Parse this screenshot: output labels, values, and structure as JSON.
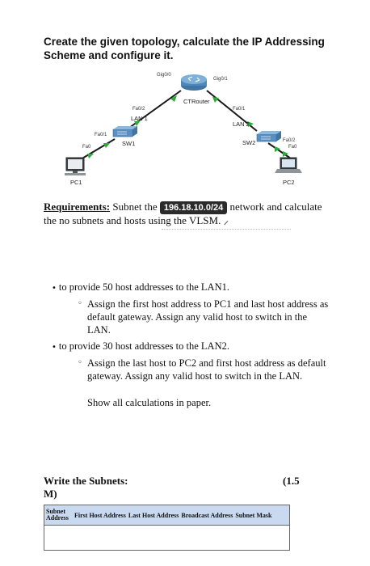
{
  "heading": "Create the given topology, calculate the IP Addressing Scheme and configure it.",
  "topology": {
    "router": {
      "name": "CTRouter",
      "port_left": "Gig0/0",
      "port_right": "Gig0/1"
    },
    "lan1": {
      "label": "LAN 1",
      "router_side_port": "Fa0/2",
      "switch_port_to_pc": "Fa0/1",
      "pc_port": "Fa0",
      "switch": "SW1",
      "pc": "PC1"
    },
    "lan2": {
      "label": "LAN 2",
      "router_side_port": "Fa0/1",
      "switch_port_to_pc": "Fa0/2",
      "pc_port": "Fa0",
      "switch": "SW2",
      "pc": "PC2"
    },
    "colors": {
      "link": "#1a1a1a",
      "link_marker": "#2eab3a",
      "router": "#4f87b8",
      "switch": "#5a8fc0"
    }
  },
  "requirements": {
    "title": "Requirements:",
    "pre": "Subnet the",
    "network": "196.18.10.0/24",
    "post": "network and calculate the no subnets and hosts using the VLSM.",
    "tail": "⸝"
  },
  "tasks": [
    {
      "bullet": "to provide 50 host addresses to the LAN1.",
      "sub": "Assign the first host address to PC1 and last host address as default gateway. Assign any valid host to switch in the LAN."
    },
    {
      "bullet": "to provide 30 host addresses to the LAN2.",
      "sub": "Assign the last host to PC2 and first host address as default gateway. Assign any valid host to switch in the LAN.",
      "note": "Show all calculations in paper."
    }
  ],
  "subnets": {
    "title": "Write the Subnets:",
    "marks_open": "(1.5",
    "marks_close": "M)",
    "columns": [
      "Subnet Address",
      "First Host Address",
      "Last Host Address",
      "Broadcast Address",
      "Subnet Mask"
    ]
  }
}
